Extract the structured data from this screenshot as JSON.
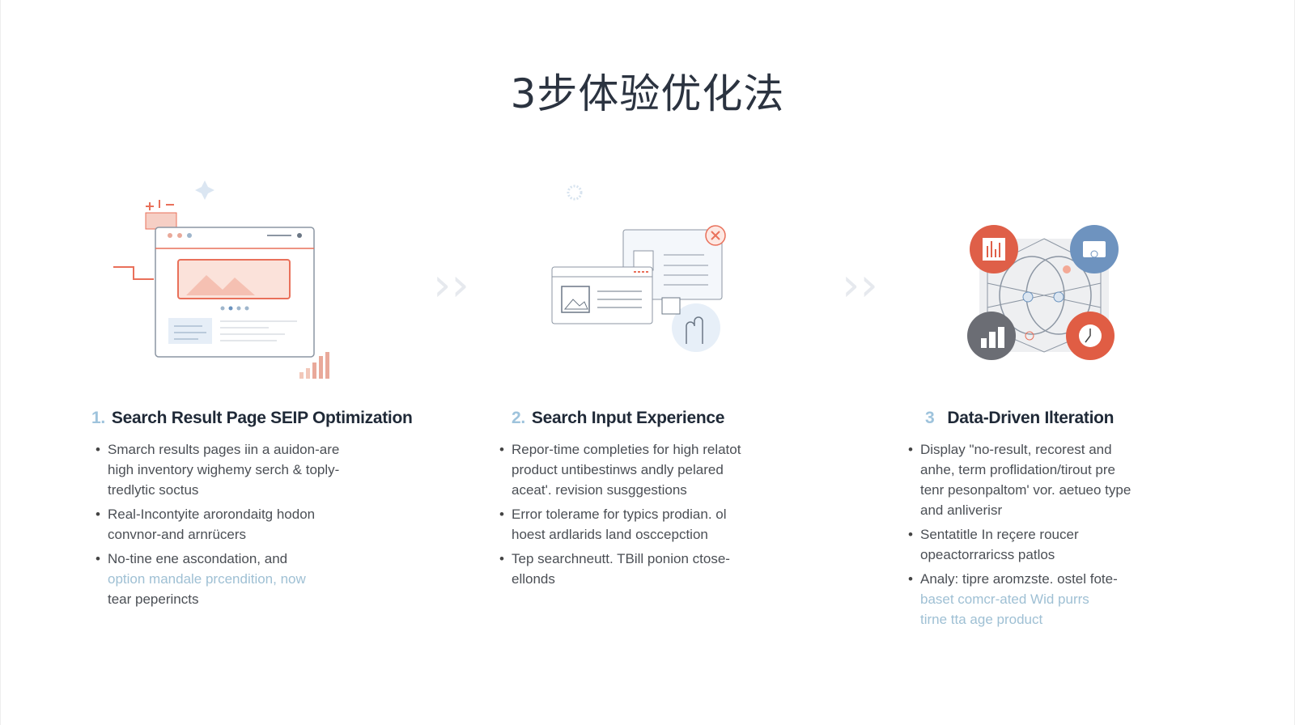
{
  "title": "3步体验优化法",
  "steps": [
    {
      "number": "1.",
      "heading": "Search Result Page SEIP Optimization",
      "bullets": [
        [
          "Smarch results pages iin a auidon-are",
          "high inventory wighemy serch & toply-",
          "tredlytic soctus"
        ],
        [
          "Real-Incontyite arorondaitg hodon",
          "convnor-and arnrücers"
        ],
        [
          "No-tine ene ascondation, and",
          "option mandale prcendition, now",
          "tear peperincts"
        ]
      ]
    },
    {
      "number": "2.",
      "heading": "Search Input Experience",
      "bullets": [
        [
          "Repor-time completies for high relatot",
          "product untibestinws andly pelared",
          "aceat'. revision susggestions"
        ],
        [
          "Error tolerame for typics prodian. ol",
          "hoest ardlarids land osccepction"
        ],
        [
          "Tep searchneutt. TBill ponion ctose-",
          "ellonds"
        ]
      ]
    },
    {
      "number": "3",
      "heading": "Data-Driven Ilteration",
      "bullets": [
        [
          "Display \"no-result, recorest and",
          "anhe, term proflidation/tirout pre",
          "tenr pesonpaltom' vor. aetueo type",
          "and anliverisr"
        ],
        [
          "Sentatitle In reçere roucer",
          "opeactorraricss patlos"
        ],
        [
          "Analy: tipre aromzste. ostel fote-",
          "baset comcr-ated Wid purrs",
          "tirne tta age product"
        ]
      ]
    }
  ],
  "colors": {
    "accent": "#e9705a",
    "blue": "#6b93bf",
    "text": "#4b4f55",
    "number": "#9ec3dc"
  }
}
